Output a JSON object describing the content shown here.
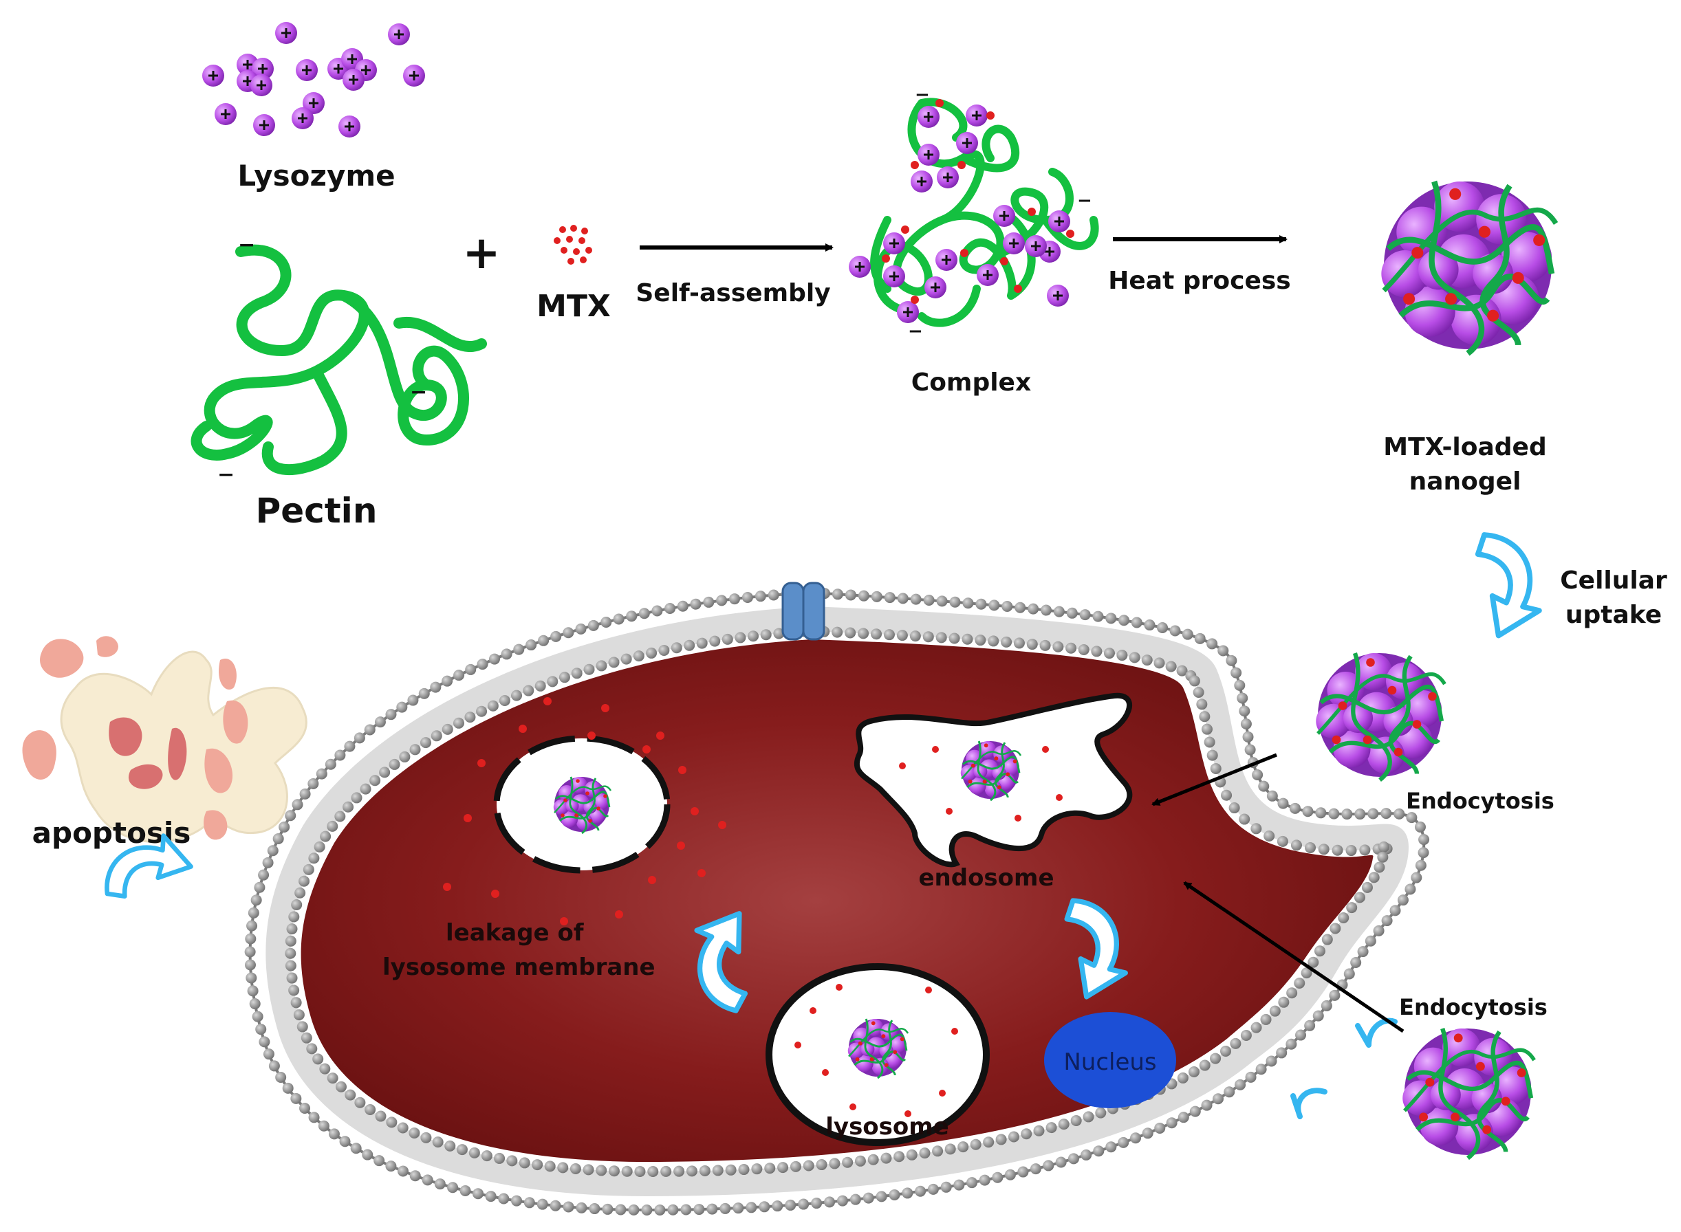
{
  "labels": {
    "lysozyme": "Lysozyme",
    "pectin": "Pectin",
    "plus": "+",
    "mtx": "MTX",
    "self_assembly": "Self-assembly",
    "complex": "Complex",
    "heat_process": "Heat process",
    "nanogel_line1": "MTX-loaded",
    "nanogel_line2": "nanogel",
    "uptake_line1": "Cellular",
    "uptake_line2": "uptake",
    "endocytosis_top": "Endocytosis",
    "endocytosis_bottom": "Endocytosis",
    "endosome": "endosome",
    "lysosome": "lysosome",
    "leakage_line1": "leakage of",
    "leakage_line2": "lysosome membrane",
    "nucleus": "Nucleus",
    "apoptosis": "apoptosis",
    "charge_plus": "+",
    "charge_minus": "−"
  },
  "colors": {
    "lysozyme": "#b84de6",
    "pectin": "#1fbf3f",
    "drug": "#e0201f",
    "cell": "#7a1414",
    "membrane_head": "#8c8c8c",
    "arrow_cyan": "#35b6f0",
    "nucleus": "#1c4fd6",
    "channel": "#5b8ec9",
    "apoptotic_cell": "#f7ecd2",
    "apoptotic_fragment": "#f0a89a"
  }
}
